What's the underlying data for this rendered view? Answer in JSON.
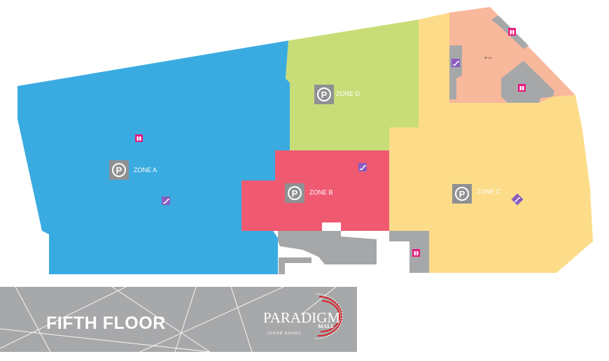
{
  "map": {
    "zones": [
      {
        "id": "zone-a",
        "label": "ZONE A",
        "color": "#3aabe1"
      },
      {
        "id": "zone-b",
        "label": "ZONE B",
        "color": "#ef5a71"
      },
      {
        "id": "zone-c",
        "label": "ZONE C",
        "color": "#fcdc88"
      },
      {
        "id": "zone-d",
        "label": "ZONE D",
        "color": "#c8dd78"
      }
    ],
    "shop_unit": {
      "label": "5F-01",
      "color": "#f7b89b"
    },
    "parking_symbol": "P",
    "service_color": "#a6a7a9",
    "icons": [
      "parking-icon",
      "escalator-icon",
      "lift-icon",
      "toilet-icon"
    ]
  },
  "banner": {
    "title": "FIFTH FLOOR",
    "background": "#a7a8aa"
  },
  "logo": {
    "name": "PARADIGM",
    "sub": "MALL",
    "tagline": "JOHOR BAHRU",
    "accent": "#d8222a"
  }
}
